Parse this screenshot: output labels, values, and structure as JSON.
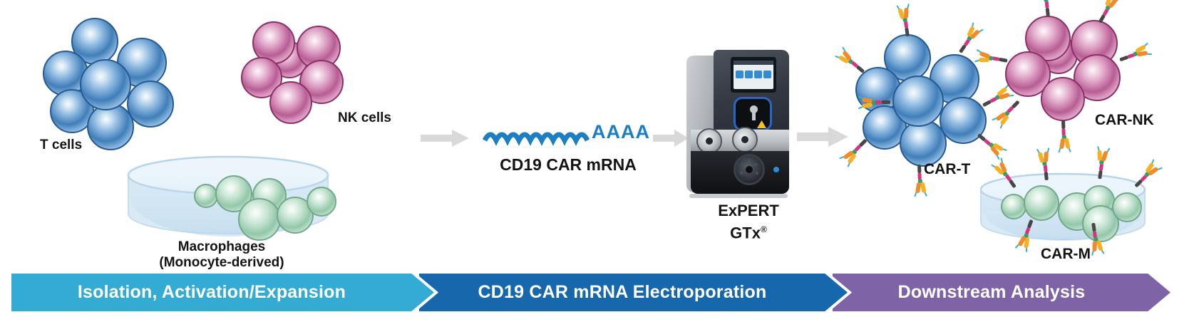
{
  "cells": {
    "t_cells": {
      "label": "T cells"
    },
    "nk_cells": {
      "label": "NK cells"
    },
    "macrophages": {
      "label": "Macrophages",
      "sublabel": "(Monocyte-derived)"
    }
  },
  "mrna": {
    "poly_a": "AAAA",
    "label": "CD19 CAR mRNA"
  },
  "device": {
    "name_line1": "ExPERT",
    "name_line2": "GTx",
    "registered_mark": "®"
  },
  "products": {
    "car_t": {
      "label": "CAR-T"
    },
    "car_nk": {
      "label": "CAR-NK"
    },
    "car_m": {
      "label": "CAR-M"
    }
  },
  "process_steps": [
    {
      "label": "Isolation, Activation/Expansion"
    },
    {
      "label": "CD19 CAR mRNA Electroporation"
    },
    {
      "label": "Downstream Analysis"
    }
  ],
  "colors": {
    "step1": "#33abd3",
    "step2": "#1767ad",
    "step3": "#7e64a6",
    "mrna": "#1b7fc2",
    "flow_arrow": "#d9d9d9",
    "t_cell": "#4a86bf",
    "nk_cell": "#bf5f97",
    "macrophage": "#9ccbb0",
    "rec_stem": "#474747",
    "rec_hinge": "#d63384",
    "rec_linker": "#2ea06b",
    "rec_binder_left": "#f3b226",
    "rec_binder_right": "#ef8b2a",
    "rec_tip": "#35b4c8"
  }
}
